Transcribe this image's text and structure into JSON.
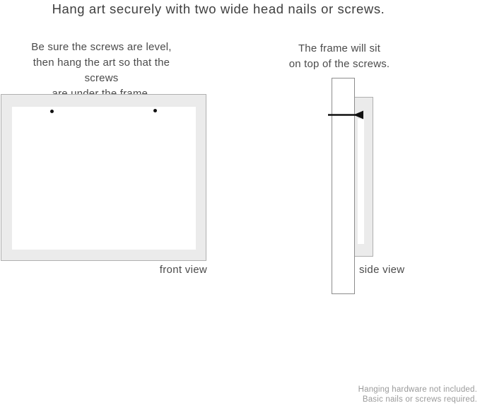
{
  "page": {
    "title": "Hang art securely with two wide head nails or screws."
  },
  "front_section": {
    "instruction_lines": [
      "Be sure the screws are level,",
      "then hang the art so that the screws",
      "are under the frame."
    ],
    "caption": "front view"
  },
  "side_section": {
    "instruction_lines": [
      "The frame will sit",
      "on top of the screws."
    ],
    "caption": "side view"
  },
  "footer": {
    "lines": [
      "Hanging hardware not included.",
      "Basic nails or screws required."
    ]
  },
  "colors": {
    "text-dark": "#3f3f3f",
    "text-body": "#4b4b4b",
    "text-muted": "#9a9a9a",
    "frame-fill": "#ebebeb",
    "frame-border": "#b0b0b0",
    "wall-border": "#8c8c8c",
    "nail-black": "#111111"
  }
}
